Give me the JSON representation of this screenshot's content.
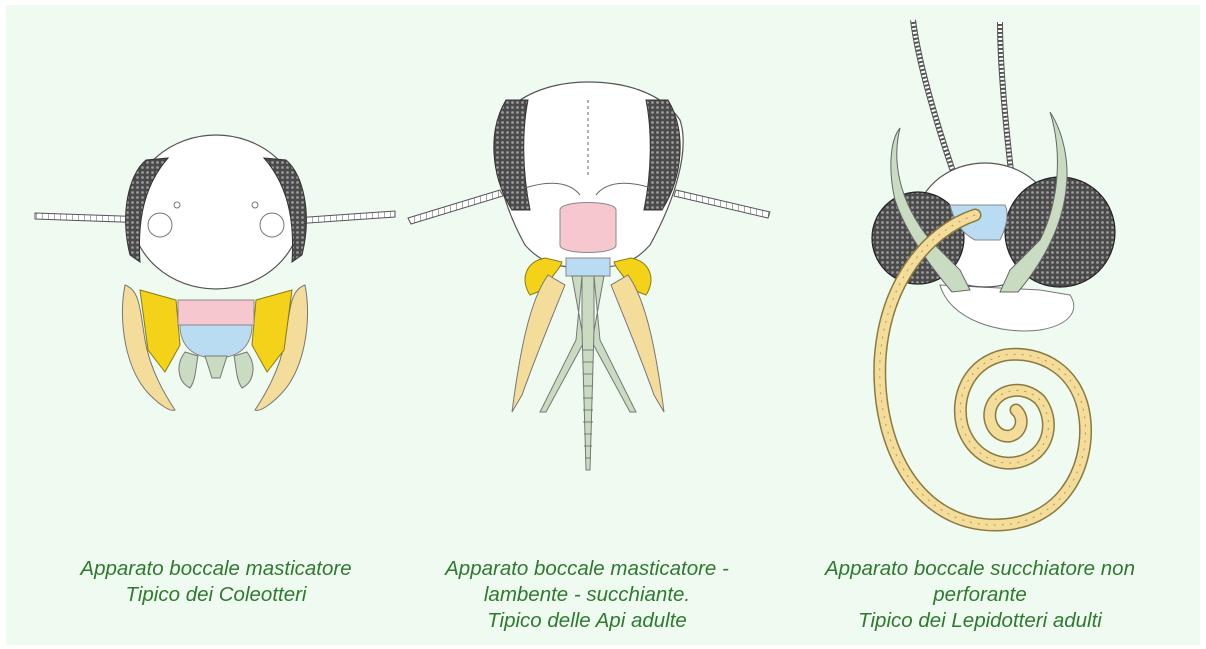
{
  "figures": [
    {
      "id": "coleotteri",
      "caption_lines": [
        "Apparato boccale masticatore",
        "Tipico dei Coleotteri"
      ]
    },
    {
      "id": "api",
      "caption_lines": [
        "Apparato boccale masticatore -",
        "lambente - succhiante.",
        "Tipico delle Api adulte"
      ]
    },
    {
      "id": "lepidotteri",
      "caption_lines": [
        "Apparato boccale succhiatore non",
        "perforante",
        "Tipico dei Lepidotteri adulti"
      ]
    }
  ],
  "colors": {
    "background": "#effaf1",
    "caption": "#2f7a2f",
    "labrum_pink": "#f7c7cf",
    "labium_blue": "#b9dcf2",
    "mandible_yellow": "#f5d21a",
    "maxilla_cream": "#f4dc9a",
    "palp_green": "#c9dcc2",
    "eye_dark": "#555555"
  }
}
